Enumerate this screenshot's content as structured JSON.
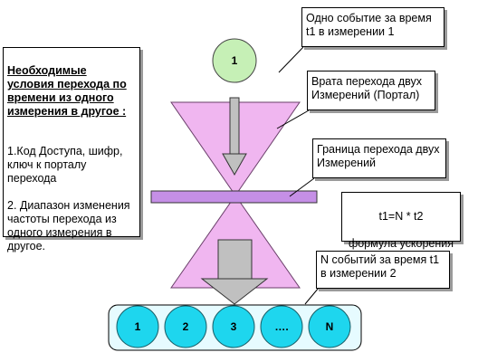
{
  "conditions": {
    "title": "Необходимые условия перехода по времени из одного измерения в другое :",
    "item1": "1.Код Доступа,  шифр, ключ    к порталу перехода",
    "item2": "2. Диапазон изменения частоты перехода из одного измерения в другое."
  },
  "callouts": {
    "event": "Одно событие за время t1 в измерении 1",
    "gate": "Врата перехода  двух Измерений (Портал)",
    "border": "Граница перехода двух Измерений",
    "n_events": "N событий за время t1 в измерении 2"
  },
  "formula": {
    "equation": "t1=N * t2",
    "caption": "формула ускорения времени"
  },
  "top_event": "1",
  "events": [
    "1",
    "2",
    "3",
    "….",
    "N"
  ],
  "colors": {
    "cone": "#f0b6f0",
    "barrier": "#c58fe6",
    "top_event_fill": "#c6f0b6",
    "event_fill": "#1ed6ee",
    "arrow": "#c0c0c0",
    "frame_fill": "#e6fbff"
  }
}
